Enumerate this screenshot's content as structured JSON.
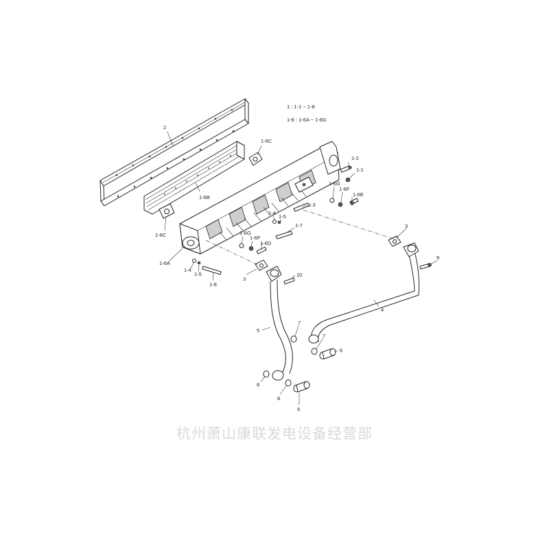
{
  "legend": [
    "1  : 1-1 ~ 1-8",
    "1-6  : 1-6A ~ 1-6G"
  ],
  "labels": [
    {
      "id": "2",
      "text": "2"
    },
    {
      "id": "1-6C-top",
      "text": "1-6C"
    },
    {
      "id": "1-2",
      "text": "1-2"
    },
    {
      "id": "1-1",
      "text": "1-1"
    },
    {
      "id": "1-6G-top",
      "text": "1-6G"
    },
    {
      "id": "1-6F-top",
      "text": "1-6F"
    },
    {
      "id": "1-6E",
      "text": "1-6E"
    },
    {
      "id": "1-3",
      "text": "1-3"
    },
    {
      "id": "1-6B",
      "text": "1-6B"
    },
    {
      "id": "1-4-mid",
      "text": "1-4"
    },
    {
      "id": "1-5-mid",
      "text": "1-5"
    },
    {
      "id": "1-7",
      "text": "1-7"
    },
    {
      "id": "1-6C-left",
      "text": "1-6C"
    },
    {
      "id": "1-6G-low",
      "text": "1-6G"
    },
    {
      "id": "1-6F-low",
      "text": "1-6F"
    },
    {
      "id": "1-6D",
      "text": "1-6D"
    },
    {
      "id": "1-6A",
      "text": "1-6A"
    },
    {
      "id": "1-4-low",
      "text": "1-4"
    },
    {
      "id": "1-5-low",
      "text": "1-5"
    },
    {
      "id": "1-8",
      "text": "1-8"
    },
    {
      "id": "3-left",
      "text": "3"
    },
    {
      "id": "10",
      "text": "10"
    },
    {
      "id": "3-right",
      "text": "3"
    },
    {
      "id": "9",
      "text": "9"
    },
    {
      "id": "4",
      "text": "4"
    },
    {
      "id": "5",
      "text": "5"
    },
    {
      "id": "7-left",
      "text": "7"
    },
    {
      "id": "7-right",
      "text": "7"
    },
    {
      "id": "6-right",
      "text": "6"
    },
    {
      "id": "8-left",
      "text": "8"
    },
    {
      "id": "8-mid",
      "text": "8"
    },
    {
      "id": "6-low",
      "text": "6"
    }
  ],
  "watermark": "杭州萧山康联发电设备经营部"
}
